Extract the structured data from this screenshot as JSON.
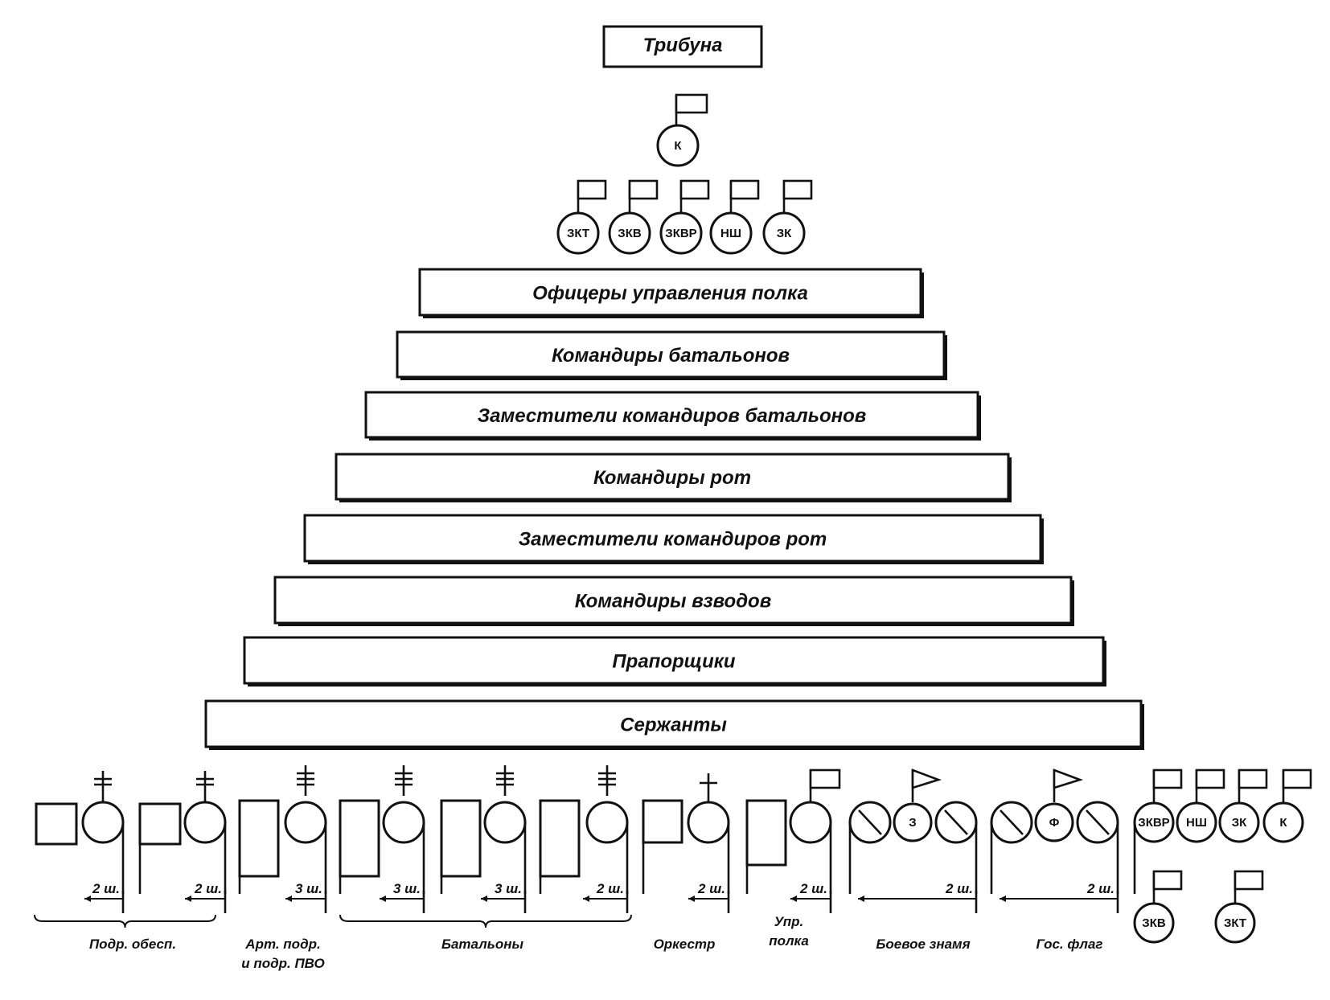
{
  "tribune": "Трибуна",
  "commander": {
    "label": "К"
  },
  "deputies": [
    "ЗКТ",
    "ЗКВ",
    "ЗКВР",
    "НШ",
    "ЗК"
  ],
  "ranks": [
    "Офицеры управления полка",
    "Командиры батальонов",
    "Заместители командиров батальонов",
    "Командиры рот",
    "Заместители командиров рот",
    "Командиры взводов",
    "Прапорщики",
    "Сержанты"
  ],
  "spacings": [
    "2 ш.",
    "2 ш.",
    "3 ш.",
    "3 ш.",
    "3 ш.",
    "2 ш.",
    "2 ш.",
    "2 ш.",
    "2 ш.",
    "2 ш."
  ],
  "banner_labels": {
    "combat": "З",
    "state": "Ф"
  },
  "right_group_top": [
    "ЗКВР",
    "НШ",
    "ЗК",
    "К"
  ],
  "right_group_bottom": [
    "ЗКВ",
    "ЗКТ"
  ],
  "captions": [
    {
      "lines": [
        "Подр. обесп."
      ]
    },
    {
      "lines": [
        "Арт. подр.",
        "и подр. ПВО"
      ]
    },
    {
      "lines": [
        "Батальоны"
      ]
    },
    {
      "lines": [
        "Оркестр"
      ]
    },
    {
      "lines": [
        "Упр.",
        "полка"
      ]
    },
    {
      "lines": [
        "Боевое знамя"
      ]
    },
    {
      "lines": [
        "Гос. флаг"
      ]
    }
  ]
}
